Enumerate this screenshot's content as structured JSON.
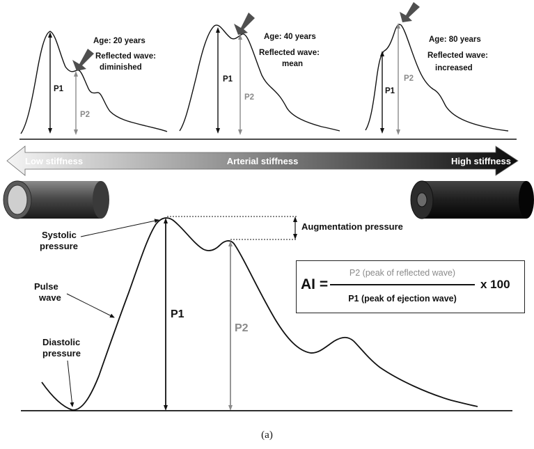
{
  "top_panels": [
    {
      "age": "Age: 20 years",
      "reflected_line1": "Reflected wave:",
      "reflected_line2": "diminished",
      "p1": "P1",
      "p2": "P2"
    },
    {
      "age": "Age: 40 years",
      "reflected_line1": "Reflected wave:",
      "reflected_line2": "mean",
      "p1": "P1",
      "p2": "P2"
    },
    {
      "age": "Age: 80 years",
      "reflected_line1": "Reflected wave:",
      "reflected_line2": "increased",
      "p1": "P1",
      "p2": "P2"
    }
  ],
  "stiffness_arrow": {
    "left_label": "Low stiffness",
    "center_label": "Arterial stiffness",
    "right_label": "High stiffness"
  },
  "main_wave": {
    "systolic_line1": "Systolic",
    "systolic_line2": "pressure",
    "pulse_line1": "Pulse",
    "pulse_line2": "wave",
    "diastolic_line1": "Diastolic",
    "diastolic_line2": "pressure",
    "augmentation": "Augmentation pressure",
    "p1": "P1",
    "p2": "P2"
  },
  "formula": {
    "lhs": "AI =",
    "numerator": "P2 (peak of reflected wave)",
    "denominator": "P1 (peak of ejection wave)",
    "rhs": "x 100"
  },
  "caption": "(a)",
  "colors": {
    "black": "#111111",
    "grey": "#8a8a8a",
    "arrow_dark": "#111111",
    "arrow_light": "#ffffff"
  }
}
